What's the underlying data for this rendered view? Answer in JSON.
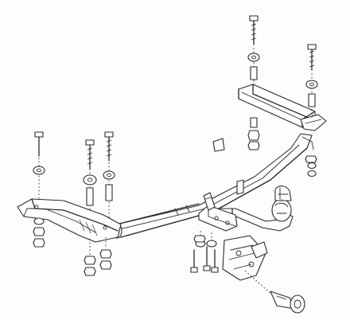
{
  "diagram": {
    "description_text": "",
    "parts": [
      "main-crossbar",
      "left-bracket",
      "right-bracket",
      "tow-ball",
      "electrical-socket",
      "bolts",
      "nuts",
      "washers",
      "spacers",
      "socket-plate"
    ]
  }
}
